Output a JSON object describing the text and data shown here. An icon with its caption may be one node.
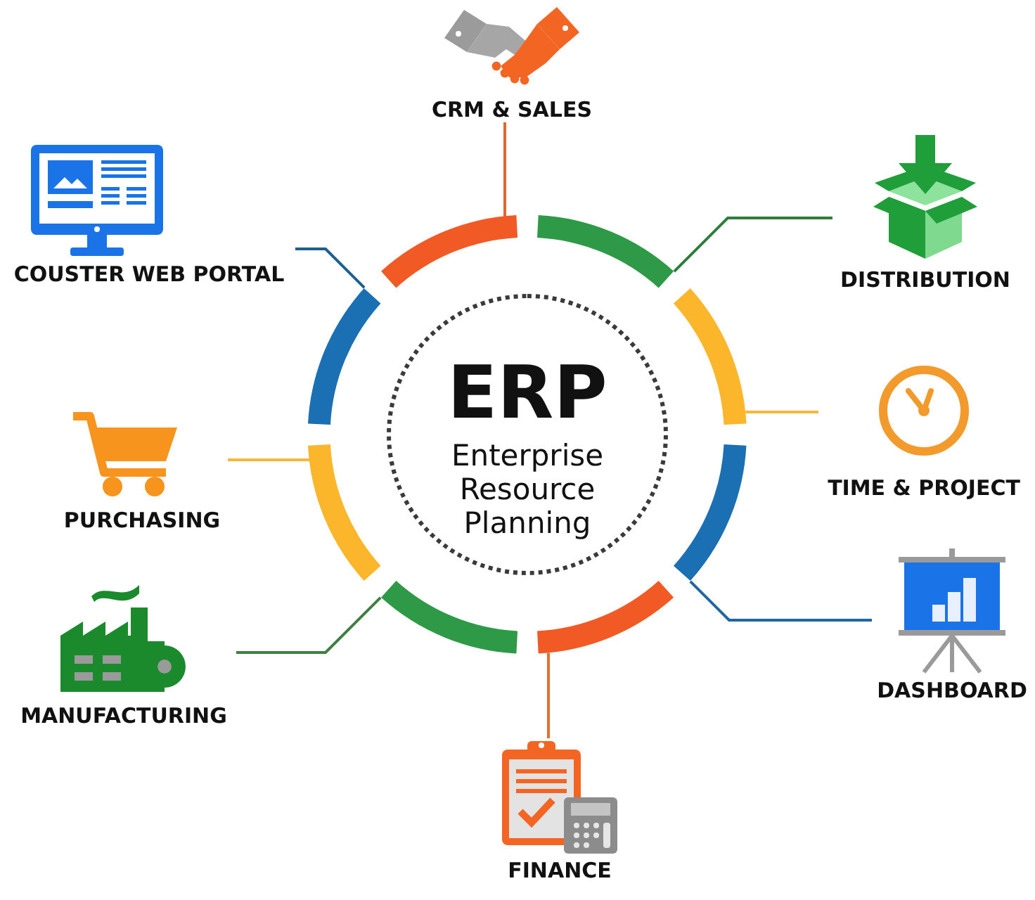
{
  "diagram": {
    "nodes": [
      {
        "text": [
          "ERP",
          "Enterprise Resource Planning"
        ]
      },
      {
        "text": [
          "CRM & SALES"
        ]
      },
      {
        "text": [
          "COUSTER WEB PORTAL"
        ]
      },
      {
        "text": [
          "DISTRIBUTION"
        ]
      },
      {
        "text": [
          "PURCHASING"
        ]
      },
      {
        "text": [
          "TIME & PROJECT"
        ]
      },
      {
        "text": [
          "MANUFACTURING"
        ]
      },
      {
        "text": [
          "DASHBOARD"
        ]
      },
      {
        "text": [
          "FINANCE"
        ]
      },
      {
        "text": [],
        "shape": "arc"
      },
      {
        "text": [],
        "shape": "arc"
      },
      {
        "text": [],
        "shape": "arc"
      },
      {
        "text": [],
        "shape": "arc"
      },
      {
        "text": [],
        "shape": "arc"
      },
      {
        "text": [],
        "shape": "arc"
      },
      {
        "text": [],
        "shape": "arc"
      },
      {
        "text": [],
        "shape": "arc"
      }
    ],
    "edges": [
      {
        "from": 1,
        "to": 9,
        "arrow": "none",
        "color": "#e2662a"
      },
      {
        "from": 2,
        "to": 16,
        "arrow": "none",
        "color": "#1d5f8f"
      },
      {
        "from": 3,
        "to": 10,
        "arrow": "none",
        "color": "#2d7d3c"
      },
      {
        "from": 4,
        "to": 15,
        "arrow": "none",
        "color": "#f6b83c"
      },
      {
        "from": 5,
        "to": 11,
        "arrow": "none",
        "color": "#f6b83c"
      },
      {
        "from": 6,
        "to": 14,
        "arrow": "none",
        "color": "#3f7f3f"
      },
      {
        "from": 7,
        "to": 12,
        "arrow": "none",
        "color": "#2066a4"
      },
      {
        "from": 8,
        "to": 13,
        "arrow": "none",
        "color": "#e2702e"
      }
    ]
  }
}
